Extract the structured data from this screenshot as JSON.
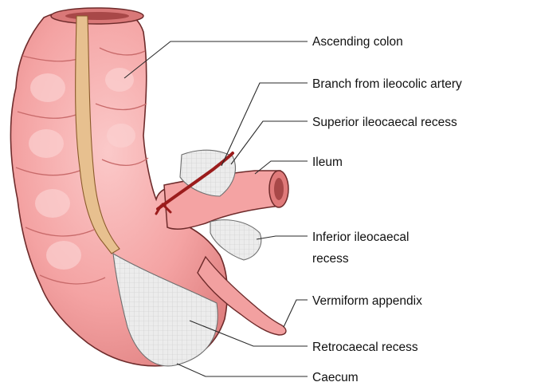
{
  "labels": {
    "ascending_colon": "Ascending colon",
    "branch_artery": "Branch from ileocolic artery",
    "superior_recess": "Superior ileocaecal recess",
    "ileum": "Ileum",
    "inferior_recess_line1": "Inferior ileocaecal",
    "inferior_recess_line2": "recess",
    "appendix": "Vermiform appendix",
    "retrocaecal_recess": "Retrocaecal recess",
    "caecum": "Caecum"
  },
  "colors": {
    "bowel_fill": "#f4a3a3",
    "bowel_shadow": "#dc7a7a",
    "bowel_outline": "#6e2b2b",
    "taenia": "#e7c08f",
    "artery": "#9b1c1c",
    "recess_fill": "#e4e4e4",
    "leader_line": "#2a2a2a"
  }
}
